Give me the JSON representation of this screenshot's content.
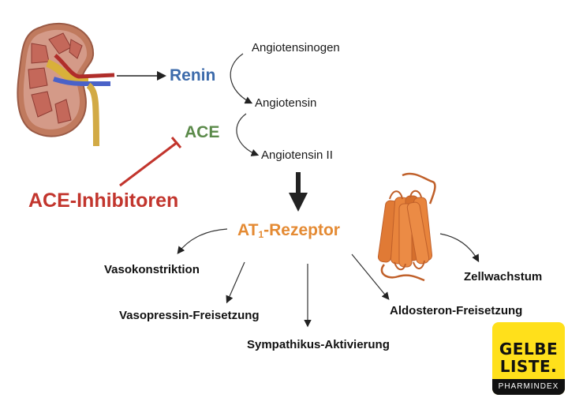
{
  "diagram": {
    "enzymes": {
      "renin": "Renin",
      "ace": "ACE"
    },
    "substrates": {
      "angiotensinogen": "Angiotensinogen",
      "angiotensin": "Angiotensin",
      "angiotensin2": "Angiotensin II"
    },
    "inhibitor": "ACE-Inhibitoren",
    "receptor": {
      "prefix": "AT",
      "subscript": "1",
      "suffix": "-Rezeptor"
    },
    "effects": [
      "Vasokonstriktion",
      "Vasopressin-Freisetzung",
      "Sympathikus-Aktivierung",
      "Aldosteron-Freisetzung",
      "Zellwachstum"
    ],
    "illustrations": {
      "organ": "kidney-illustration",
      "protein": "gpcr-receptor-illustration"
    },
    "colors": {
      "renin": "#3d6bab",
      "ace": "#5b8a4a",
      "inhibitor": "#c2352d",
      "receptor": "#e48a33",
      "logo_bg": "#ffe01b"
    }
  },
  "logo": {
    "line1": "GELBE",
    "line2": "LISTE.",
    "tagline": "PHARMINDEX"
  }
}
